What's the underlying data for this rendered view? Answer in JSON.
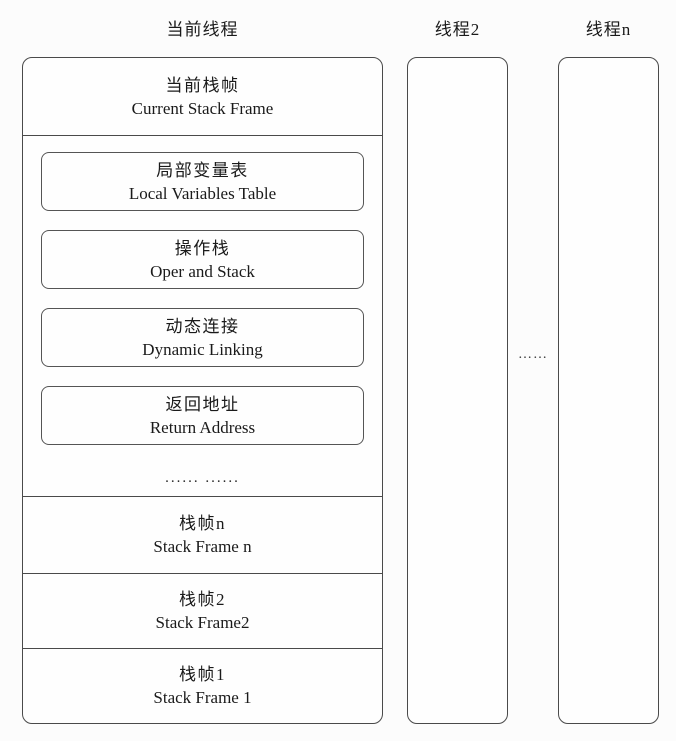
{
  "titles": {
    "current_thread": "当前线程",
    "thread2": "线程2",
    "thread_n": "线程n"
  },
  "current_thread": {
    "current_frame": {
      "zh": "当前栈帧",
      "en": "Current Stack Frame"
    },
    "components": [
      {
        "zh": "局部变量表",
        "en": "Local Variables Table"
      },
      {
        "zh": "操作栈",
        "en": "Oper and Stack"
      },
      {
        "zh": "动态连接",
        "en": "Dynamic Linking"
      },
      {
        "zh": "返回地址",
        "en": "Return Address"
      }
    ],
    "components_ellipsis": "...... ......",
    "frames": [
      {
        "zh": "栈帧n",
        "en": "Stack Frame n"
      },
      {
        "zh": "栈帧2",
        "en": "Stack Frame2"
      },
      {
        "zh": "栈帧1",
        "en": "Stack Frame 1"
      }
    ]
  },
  "between_threads_ellipsis": "……",
  "colors": {
    "border": "#4a4a4a",
    "text": "#1a1a1a",
    "background": "#fcfcfc"
  }
}
